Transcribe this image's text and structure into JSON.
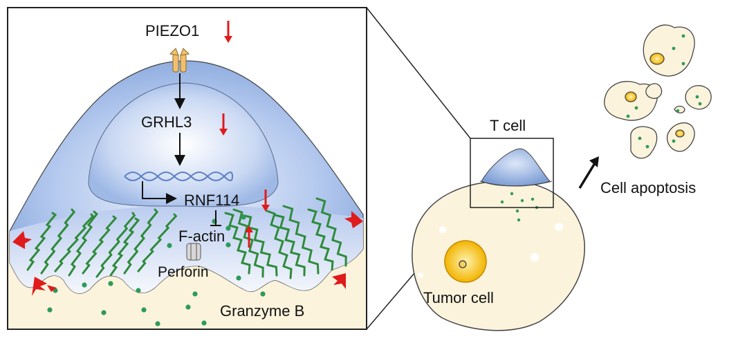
{
  "labels": {
    "piezo1": "PIEZO1",
    "grhl3": "GRHL3",
    "rnf114": "RNF114",
    "factin": "F-actin",
    "perforin": "Perforin",
    "granzyme": "Granzyme B",
    "tcell": "T cell",
    "tumor": "Tumor cell",
    "apoptosis": "Cell apoptosis"
  },
  "regulation": {
    "piezo1": "down",
    "grhl3": "down",
    "rnf114": "down",
    "factin": "up"
  },
  "colors": {
    "cell_blue": "#8fb0e2",
    "nucleus_blue": "#b9cdf0",
    "tumor_cream": "#fbf3dc",
    "actin_green": "#2e8b3a",
    "granule_green": "#2e9a5a",
    "regulation_red": "#e01b1b",
    "ion_channel": "#f0c070"
  }
}
